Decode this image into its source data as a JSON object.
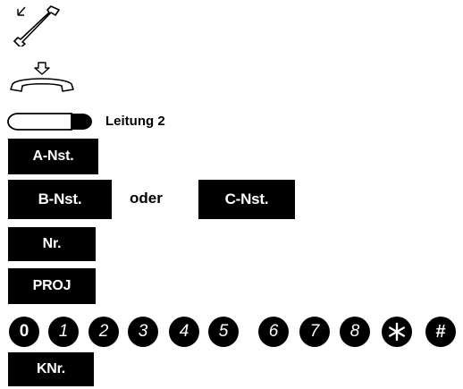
{
  "icons": {
    "handset_lift": "handset-lift-icon",
    "handset_hang_up": "handset-hang-up-icon",
    "line_indicator": "line-indicator-icon"
  },
  "line_label": "Leitung 2",
  "keys": {
    "a_nst": "A-Nst.",
    "b_nst": "B-Nst.",
    "oder": "oder",
    "c_nst": "C-Nst.",
    "nr": "Nr.",
    "proj": "PROJ",
    "knr": "KNr."
  },
  "keypad": {
    "digits": [
      "0",
      "1",
      "2",
      "3",
      "4",
      "5",
      "6",
      "7",
      "8"
    ],
    "star": "star-icon",
    "hash": "#"
  },
  "colors": {
    "key_bg": "#000000",
    "key_text": "#ffffff",
    "text": "#000000"
  }
}
